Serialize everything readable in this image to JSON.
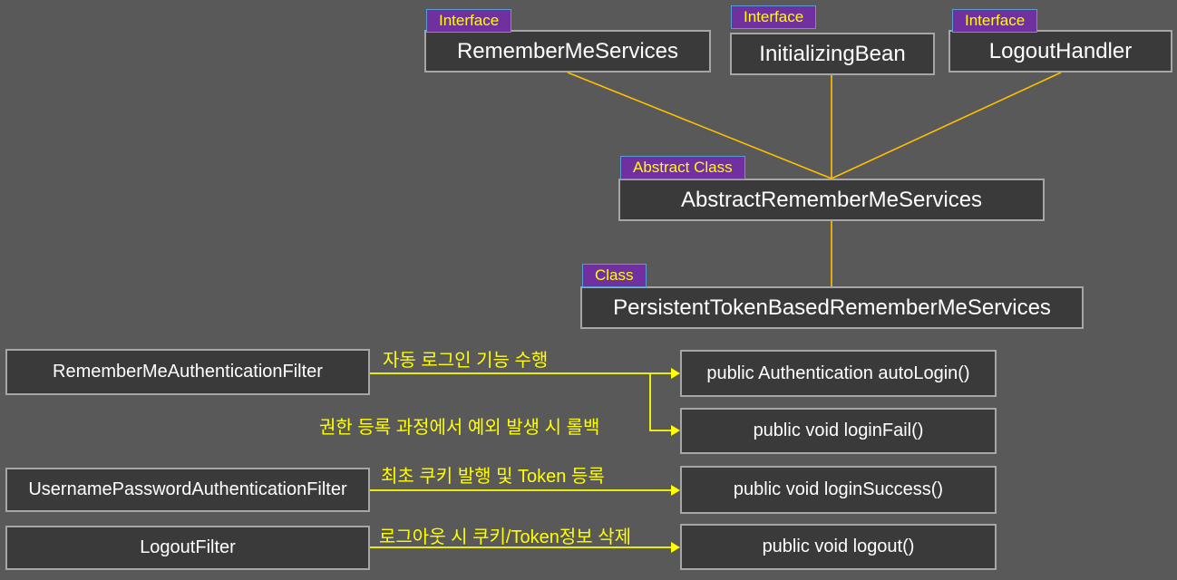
{
  "palette": {
    "background": "#595959",
    "node_fill": "#3a3a3a",
    "node_border": "#a6a6a6",
    "node_text": "#ffffff",
    "badge_fill": "#7030a0",
    "badge_border": "#5b9bd5",
    "badge_text": "#ffff00",
    "inheritance_line": "#ffc000",
    "arrow_line": "#ffff00",
    "arrow_label_text": "#ffff00"
  },
  "diagram": {
    "top_nodes": [
      {
        "badge": "Interface",
        "label": "RememberMeServices"
      },
      {
        "badge": "Interface",
        "label": "InitializingBean"
      },
      {
        "badge": "Interface",
        "label": "LogoutHandler"
      }
    ],
    "abstract_node": {
      "badge": "Abstract Class",
      "label": "AbstractRememberMeServices"
    },
    "class_node": {
      "badge": "Class",
      "label": "PersistentTokenBasedRememberMeServices"
    },
    "filters": [
      {
        "label": "RememberMeAuthenticationFilter"
      },
      {
        "label": "UsernamePasswordAuthenticationFilter"
      },
      {
        "label": "LogoutFilter"
      }
    ],
    "methods": [
      {
        "label": "public Authentication autoLogin()"
      },
      {
        "label": "public void loginFail()"
      },
      {
        "label": "public void loginSuccess()"
      },
      {
        "label": "public void logout()"
      }
    ],
    "arrow_labels": [
      {
        "text": "자동 로그인 기능 수행"
      },
      {
        "text": "권한 등록 과정에서 예외 발생 시 롤백"
      },
      {
        "text": "최초 쿠키 발행 및 Token 등록"
      },
      {
        "text": "로그아웃 시 쿠키/Token정보 삭제"
      }
    ]
  }
}
